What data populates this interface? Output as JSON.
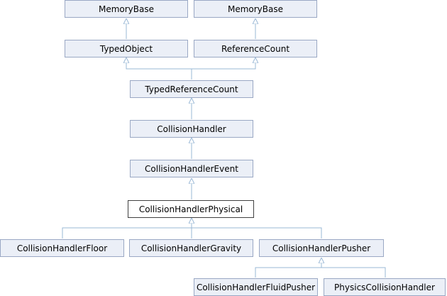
{
  "colors": {
    "edge": "#9ab8d6",
    "node_fill": "#ebeff7",
    "node_border": "#9aa8c4",
    "current_fill": "#ffffff",
    "current_border": "#404040"
  },
  "nodes": {
    "memory_base_1": "MemoryBase",
    "memory_base_2": "MemoryBase",
    "typed_object": "TypedObject",
    "reference_count": "ReferenceCount",
    "typed_reference_count": "TypedReferenceCount",
    "collision_handler": "CollisionHandler",
    "collision_handler_event": "CollisionHandlerEvent",
    "collision_handler_physical": "CollisionHandlerPhysical",
    "collision_handler_floor": "CollisionHandlerFloor",
    "collision_handler_gravity": "CollisionHandlerGravity",
    "collision_handler_pusher": "CollisionHandlerPusher",
    "collision_handler_fluid_pusher": "CollisionHandlerFluidPusher",
    "physics_collision_handler": "PhysicsCollisionHandler"
  }
}
